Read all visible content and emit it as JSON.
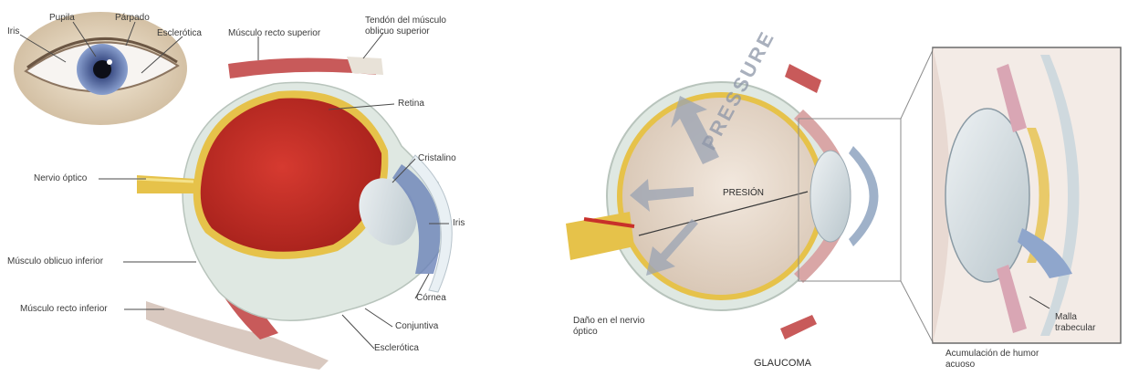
{
  "left_diagram": {
    "labels": {
      "iris_top": "Iris",
      "pupila": "Pupila",
      "parpado": "Párpado",
      "esclerotica_top": "Esclerótica",
      "recto_superior": "Músculo recto superior",
      "tendon_oblicuo": "Tendón del músculo oblicuo superior",
      "retina": "Retina",
      "cristalino": "Cristalino",
      "nervio_optico": "Nervio óptico",
      "iris_side": "Iris",
      "oblicuo_inferior": "Músculo oblicuo inferior",
      "recto_inferior": "Músculo recto inferior",
      "cornea": "Córnea",
      "conjuntiva": "Conjuntiva",
      "esclerotica_bottom": "Esclerótica"
    }
  },
  "right_diagram": {
    "labels": {
      "pressure_word": "PRESSURE",
      "presion": "PRESIÓN",
      "dano_nervio": "Daño en el nervio óptico",
      "glaucoma": "GLAUCOMA",
      "acumulacion": "Acumulación de humor acuoso",
      "malla": "Malla trabecular"
    }
  },
  "colors": {
    "retina_red": "#c8302a",
    "muscle": "#c85a5a",
    "sclera": "#dfe8e2",
    "iris_blue": "#6a82b8",
    "nerve_yellow": "#e6c24a",
    "pressure_arrow": "#9aa3b3"
  }
}
